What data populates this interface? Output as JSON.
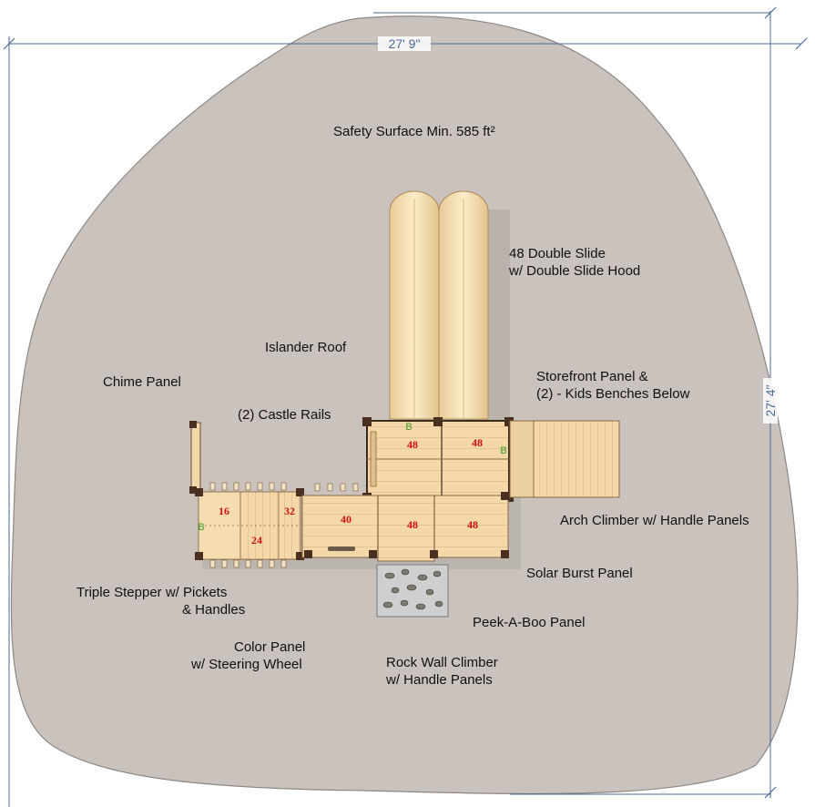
{
  "dimensions": {
    "width_label": "27' 9\"",
    "height_label": "27' 4\""
  },
  "labels": {
    "safety_surface": "Safety Surface Min. 585 ft²",
    "double_slide_line1": "48 Double Slide",
    "double_slide_line2": "w/ Double Slide Hood",
    "islander_roof": "Islander Roof",
    "chime_panel": "Chime Panel",
    "castle_rails": "(2) Castle Rails",
    "storefront_line1": "Storefront Panel &",
    "storefront_line2": "(2) - Kids Benches Below",
    "arch_climber": "Arch Climber w/ Handle Panels",
    "solar_burst": "Solar Burst Panel",
    "triple_stepper_line1": "Triple Stepper w/ Pickets",
    "triple_stepper_line2": "& Handles",
    "peek_a_boo": "Peek-A-Boo Panel",
    "color_panel_line1": "Color Panel",
    "color_panel_line2": "w/ Steering Wheel",
    "rock_wall_line1": "Rock Wall Climber",
    "rock_wall_line2": "w/ Handle Panels"
  },
  "deck_heights": {
    "upper_left": "48",
    "upper_right": "48",
    "stepper_16": "16",
    "stepper_24": "24",
    "stepper_32": "32",
    "deck_40": "40",
    "deck_48_center": "48",
    "deck_48_right": "48"
  },
  "bench_marks": [
    "B",
    "B",
    "B"
  ],
  "colors": {
    "surface": "#c9c2bd",
    "wood": "#f4d8a8",
    "wood_line": "#b89a70",
    "post": "#4a3020",
    "slide": "#f6e2b8",
    "dim_line": "#4a6a9a",
    "height_text": "#cc1111",
    "rock_wall": "#c8c8c8"
  }
}
